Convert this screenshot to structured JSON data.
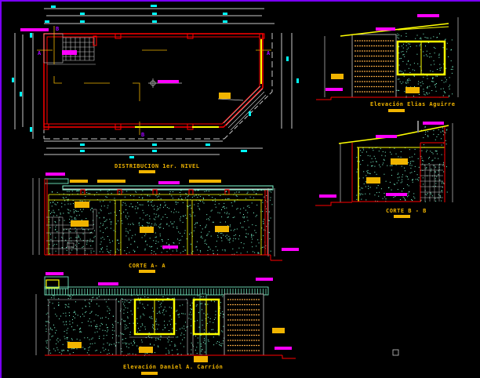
{
  "drawing": {
    "colors": {
      "background": "#000000",
      "wall": "#ff0000",
      "window": "#ffff00",
      "dimension": "#c8c8c8",
      "label": "#f0b400",
      "tag": "#ff00ff",
      "dim_text": "#00ffff",
      "texture": "#7fffd4"
    },
    "views": {
      "plan": {
        "title": "DISTRIBUCION 1er. NIVEL"
      },
      "section_a": {
        "title": "CORTE A- A"
      },
      "section_b": {
        "title": "CORTE B - B"
      },
      "elevation_aguirre": {
        "title": "Elevación Elias Aguirre"
      },
      "elevation_carrion": {
        "title": "Elevación Daniel A. Carrión"
      }
    }
  }
}
